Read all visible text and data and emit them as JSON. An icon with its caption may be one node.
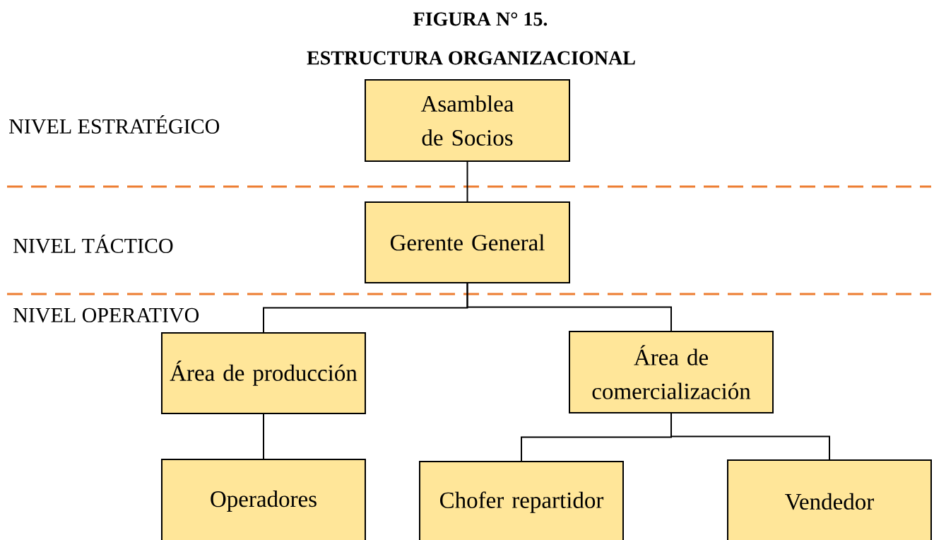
{
  "diagram": {
    "title": "ESTRUCTURA ORGANIZACIONAL",
    "nodes": [
      {
        "text": [
          "Asamblea de Socios"
        ]
      },
      {
        "text": [
          "Gerente General"
        ]
      },
      {
        "text": [
          "Área de producción"
        ]
      },
      {
        "text": [
          "Área de comercialización"
        ]
      },
      {
        "text": [
          "Operadores"
        ]
      },
      {
        "text": [
          "Chofer repartidor"
        ]
      },
      {
        "text": [
          "Vendedor"
        ]
      }
    ],
    "edges": [
      {
        "from": 0,
        "to": 1,
        "arrow": "none"
      },
      {
        "from": 1,
        "to": 2,
        "arrow": "none"
      },
      {
        "from": 1,
        "to": 3,
        "arrow": "none"
      },
      {
        "from": 2,
        "to": 4,
        "arrow": "none"
      },
      {
        "from": 3,
        "to": 5,
        "arrow": "none"
      },
      {
        "from": 3,
        "to": 6,
        "arrow": "none"
      }
    ],
    "labels": [
      "FIGURA N° 15.",
      "NIVEL ESTRATÉGICO",
      "NIVEL TÁCTICO",
      "NIVEL OPERATIVO"
    ]
  }
}
